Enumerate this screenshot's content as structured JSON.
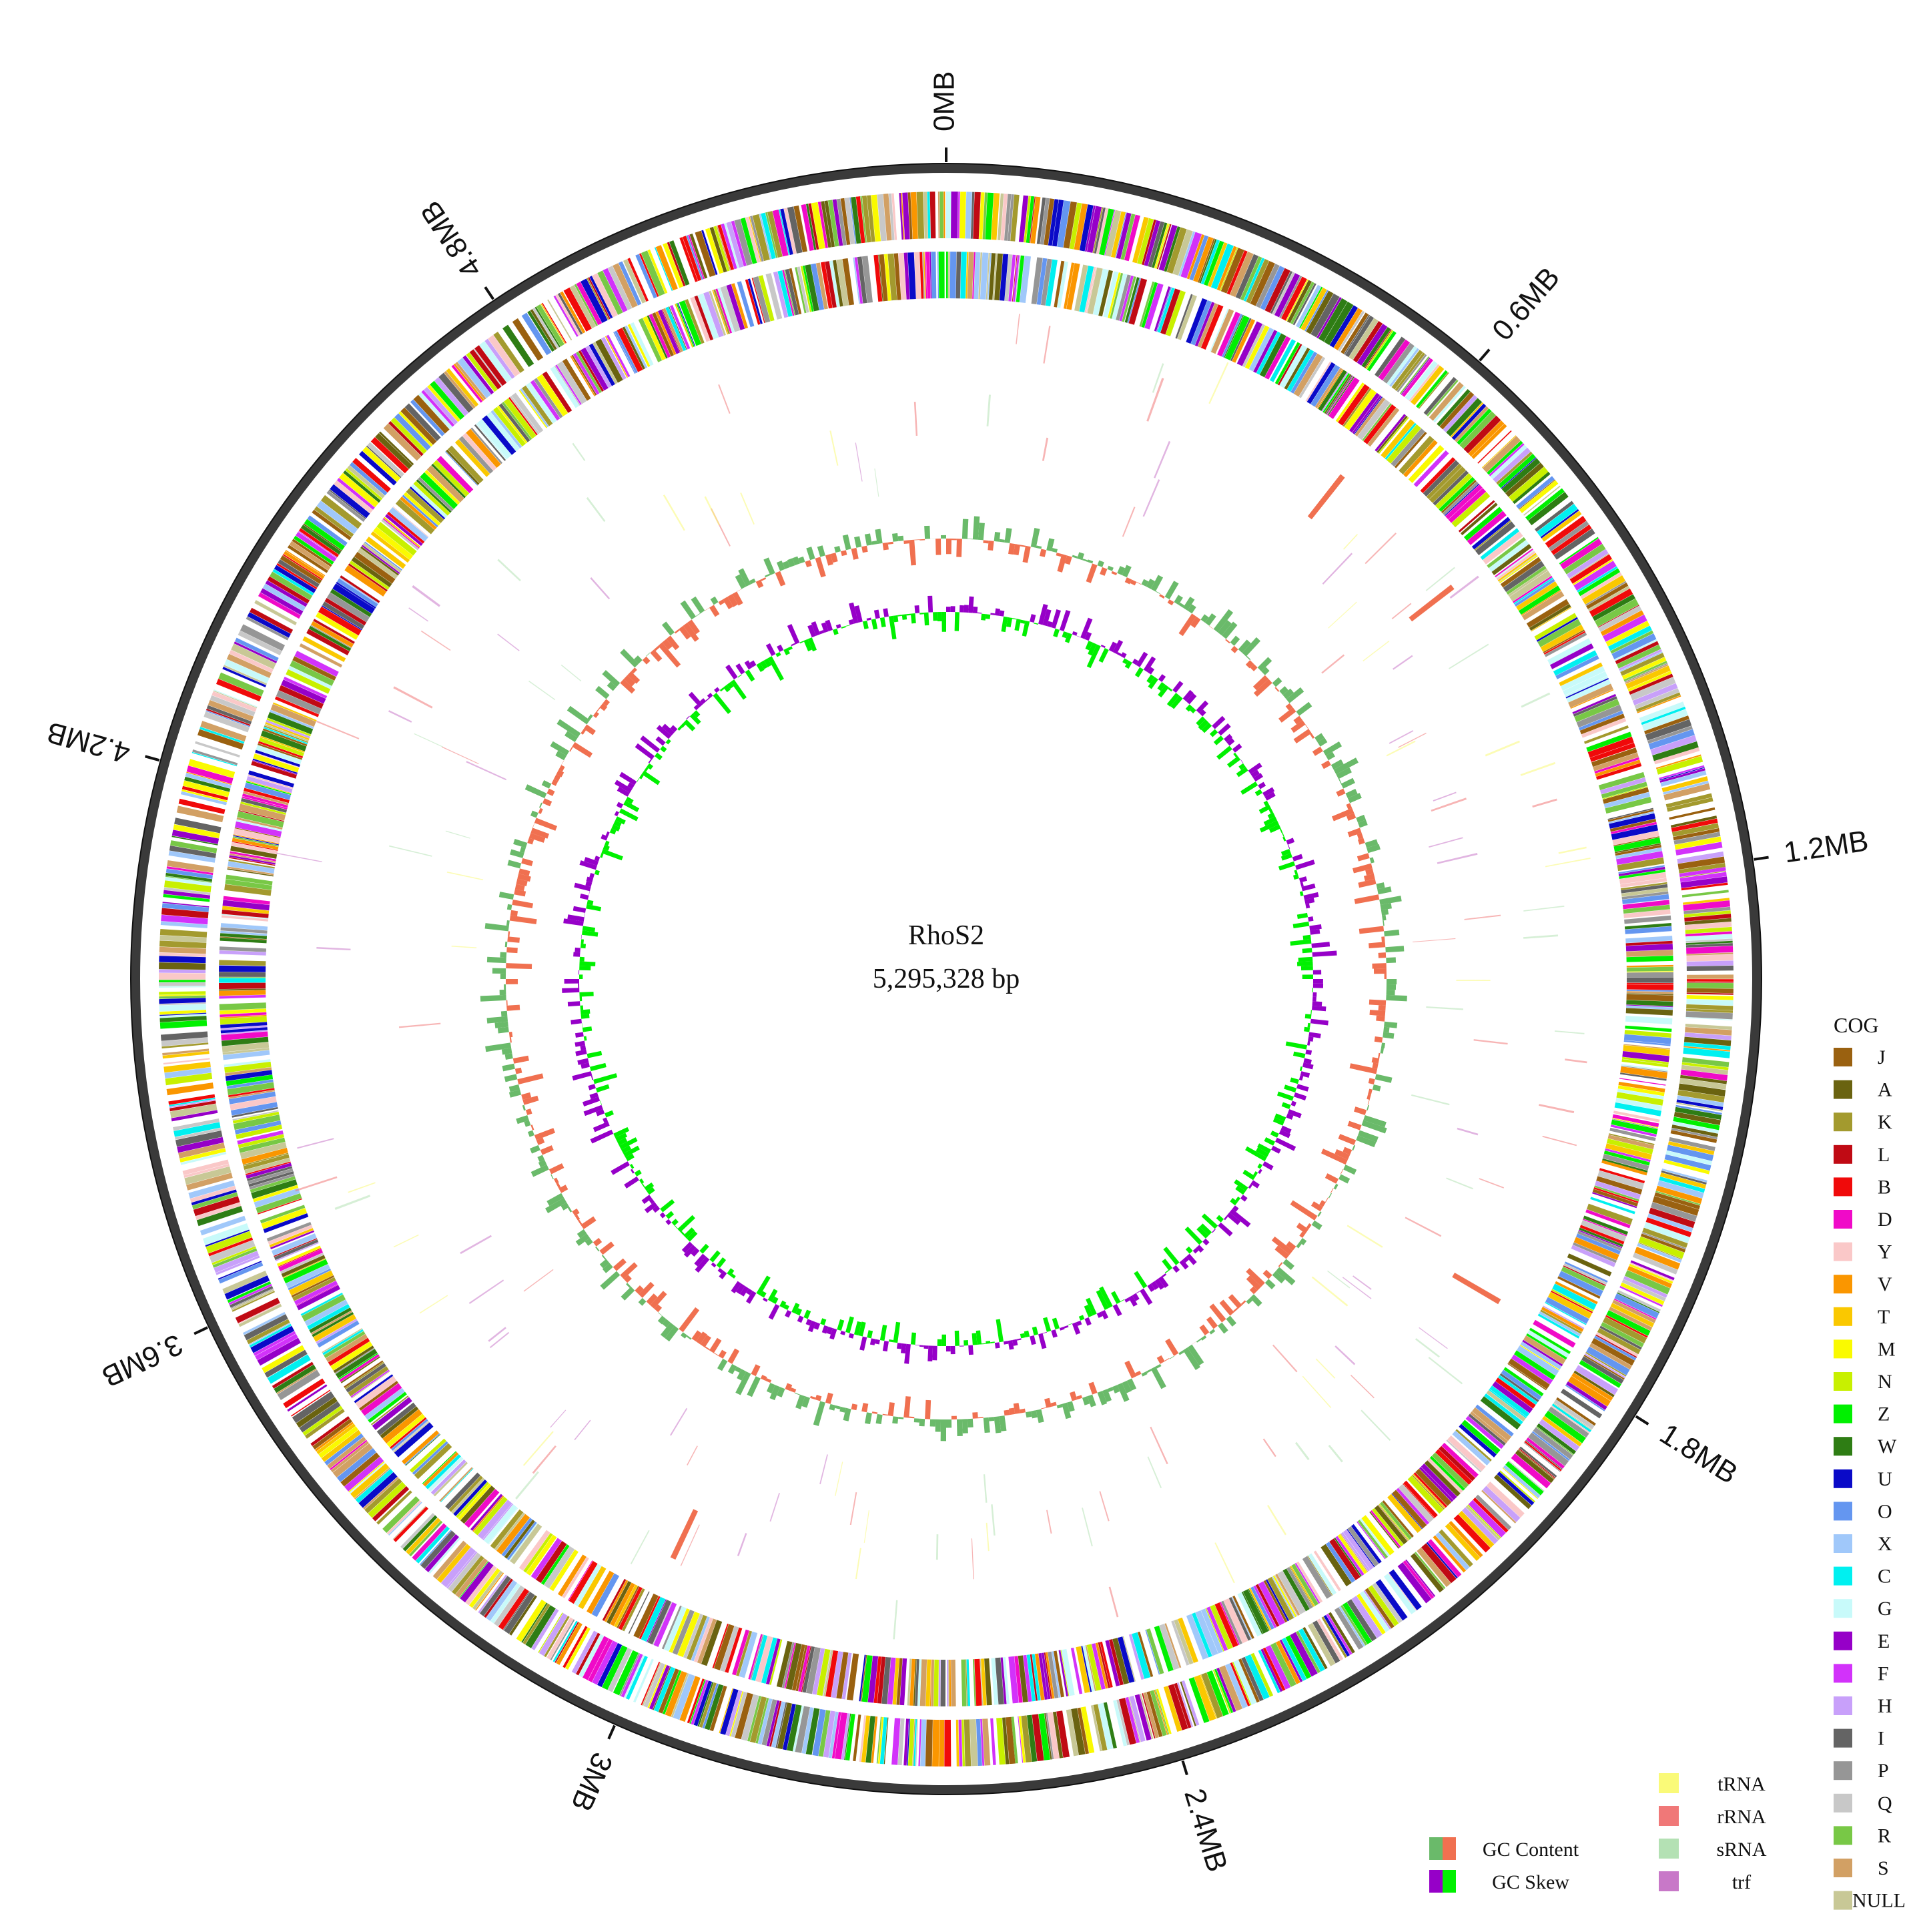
{
  "genome": {
    "name": "RhoS2",
    "length_label": "5,295,328 bp",
    "length_bp": 5295328
  },
  "scale_ticks": [
    {
      "label": "0MB",
      "mb": 0
    },
    {
      "label": "0.6MB",
      "mb": 0.6
    },
    {
      "label": "1.2MB",
      "mb": 1.2
    },
    {
      "label": "1.8MB",
      "mb": 1.8
    },
    {
      "label": "2.4MB",
      "mb": 2.4
    },
    {
      "label": "3MB",
      "mb": 3.0
    },
    {
      "label": "3.6MB",
      "mb": 3.6
    },
    {
      "label": "4.2MB",
      "mb": 4.2
    },
    {
      "label": "4.8MB",
      "mb": 4.8
    }
  ],
  "cog_legend": {
    "title": "COG",
    "items": [
      {
        "code": "J",
        "color": "#9A6110"
      },
      {
        "code": "A",
        "color": "#6A6310"
      },
      {
        "code": "K",
        "color": "#A39A2E"
      },
      {
        "code": "L",
        "color": "#C00A14"
      },
      {
        "code": "B",
        "color": "#F00A0A"
      },
      {
        "code": "D",
        "color": "#F00AC8"
      },
      {
        "code": "Y",
        "color": "#FAC8C8"
      },
      {
        "code": "V",
        "color": "#FA9600"
      },
      {
        "code": "T",
        "color": "#FAC800"
      },
      {
        "code": "M",
        "color": "#FAFA00"
      },
      {
        "code": "N",
        "color": "#C8F000"
      },
      {
        "code": "Z",
        "color": "#00F000"
      },
      {
        "code": "W",
        "color": "#2E7D14"
      },
      {
        "code": "U",
        "color": "#0A0AC8"
      },
      {
        "code": "O",
        "color": "#6496F0"
      },
      {
        "code": "X",
        "color": "#A0C8FA"
      },
      {
        "code": "C",
        "color": "#00F0F0"
      },
      {
        "code": "G",
        "color": "#C8FAFA"
      },
      {
        "code": "E",
        "color": "#9600C8"
      },
      {
        "code": "F",
        "color": "#D232FA"
      },
      {
        "code": "H",
        "color": "#C8A0FA"
      },
      {
        "code": "I",
        "color": "#646464"
      },
      {
        "code": "P",
        "color": "#969696"
      },
      {
        "code": "Q",
        "color": "#C8C8C8"
      },
      {
        "code": "R",
        "color": "#78C846"
      },
      {
        "code": "S",
        "color": "#D2A064"
      },
      {
        "code": "NULL",
        "color": "#C8C896"
      }
    ]
  },
  "rna_legend": [
    {
      "label": "tRNA",
      "color": "#FAFA78"
    },
    {
      "label": "rRNA",
      "color": "#F07878"
    },
    {
      "label": "sRNA",
      "color": "#B4E1B4"
    },
    {
      "label": "trf",
      "color": "#C878C8"
    }
  ],
  "gc_legend": [
    {
      "label": "GC Content",
      "colors": [
        "#6ABA6A",
        "#F07050"
      ]
    },
    {
      "label": "GC Skew",
      "colors": [
        "#9600C8",
        "#00F000"
      ]
    }
  ]
}
